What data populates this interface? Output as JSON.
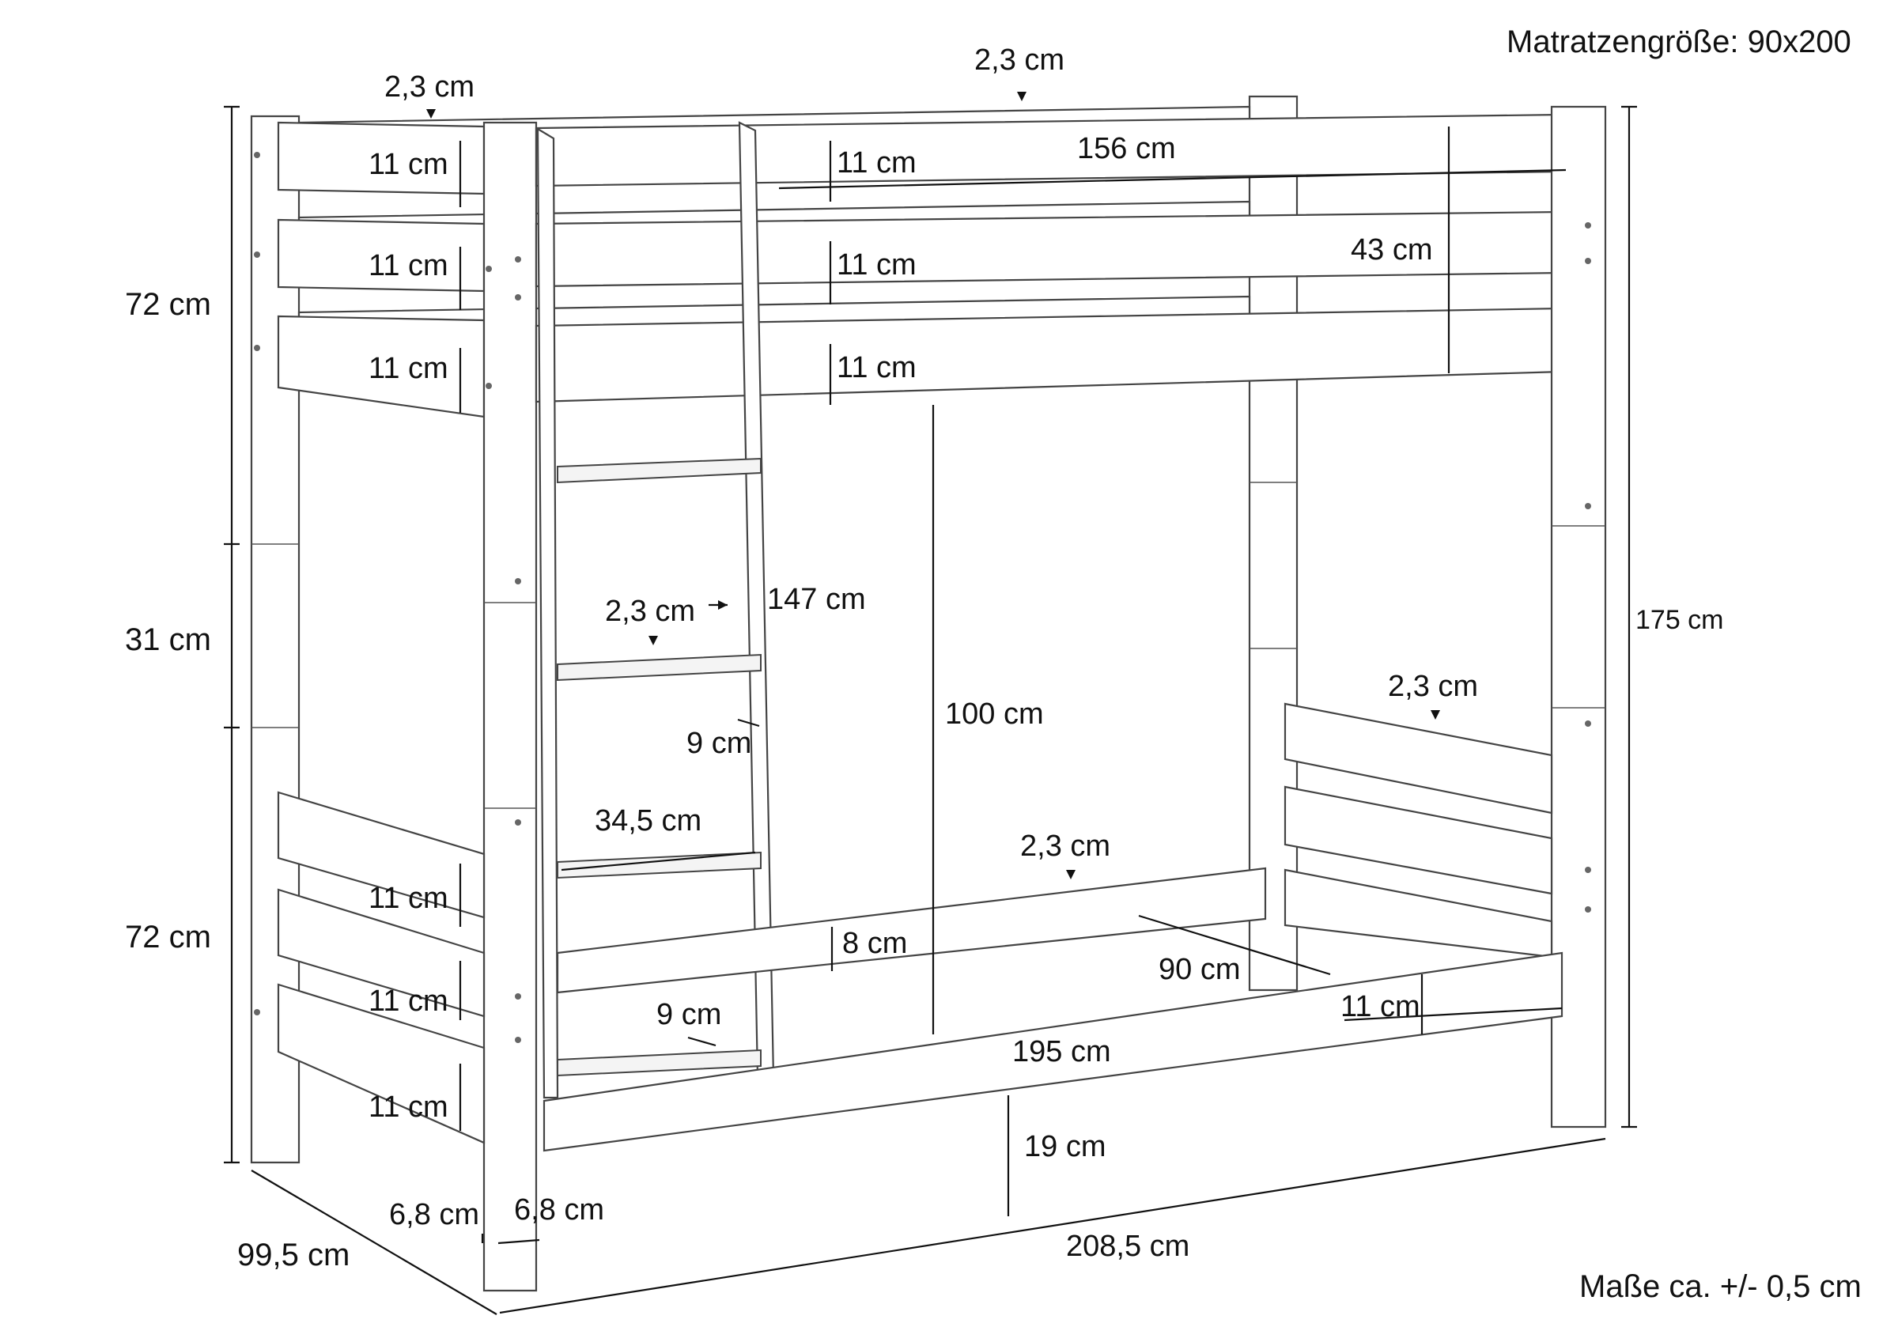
{
  "header": {
    "mattress": "Matratzengröße: 90x200"
  },
  "footer": {
    "tolerance": "Maße ca. +/- 0,5 cm"
  },
  "dimensions": {
    "top_post_thickness_left": "2,3  cm",
    "top_rail_thickness": "2,3  cm",
    "top_left_slat_1": "11 cm",
    "top_left_slat_2": "11 cm",
    "top_left_slat_3": "11 cm",
    "top_front_slat_1": "11 cm",
    "top_front_slat_2": "11 cm",
    "top_front_slat_3": "11 cm",
    "top_length": "156 cm",
    "rail_height": "43 cm",
    "upper_section_height": "72  cm",
    "middle_section_height": "31  cm",
    "lower_section_height": "72  cm",
    "total_height": "175 cm",
    "ladder_rung_thickness": "2,3 cm",
    "ladder_height": "147 cm",
    "rung_gap_upper": "9 cm",
    "rung_width": "34,5 cm",
    "rung_gap_lower": "9 cm",
    "clearance_height": "100 cm",
    "foot_rail_thickness": "2,3 cm",
    "back_rail_thickness": "2,3 cm",
    "lower_rail_height": "8 cm",
    "inner_width": "90 cm",
    "front_rail_height": "11 cm",
    "inner_length": "195 cm",
    "floor_clearance": "19 cm",
    "bottom_left_slat_1": "11 cm",
    "bottom_left_slat_2": "11 cm",
    "bottom_left_slat_3": "11 cm",
    "post_width_a": "6,8  cm",
    "post_width_b": "6,8  cm",
    "total_depth": "99,5  cm",
    "total_length": "208,5  cm"
  }
}
